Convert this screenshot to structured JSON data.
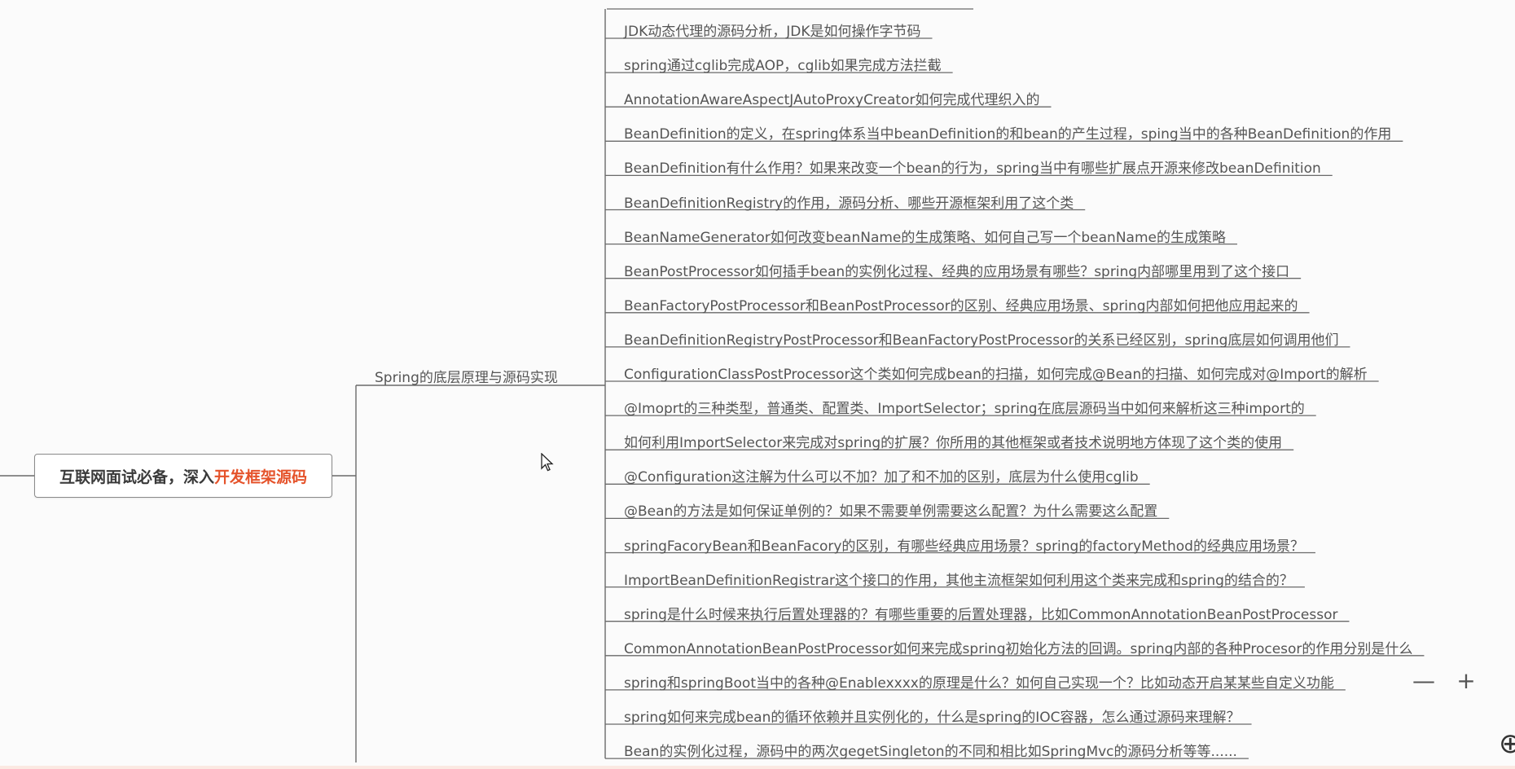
{
  "root": {
    "title_plain": "互联网面试必备，深入",
    "title_highlight": "开发框架源码",
    "highlight_color": "#e5532b"
  },
  "branch": {
    "label": "Spring的底层原理与源码实现"
  },
  "topics": [
    "JDK动态代理的源码分析，JDK是如何操作字节码",
    "spring通过cglib完成AOP，cglib如果完成方法拦截",
    "AnnotationAwareAspectJAutoProxyCreator如何完成代理织入的",
    "BeanDefinition的定义，在spring体系当中beanDefinition的和bean的产生过程，sping当中的各种BeanDefinition的作用",
    "BeanDefinition有什么作用？如果来改变一个bean的行为，spring当中有哪些扩展点开源来修改beanDefinition",
    "BeanDefinitionRegistry的作用，源码分析、哪些开源框架利用了这个类",
    "BeanNameGenerator如何改变beanName的生成策略、如何自己写一个beanName的生成策略",
    "BeanPostProcessor如何插手bean的实例化过程、经典的应用场景有哪些？spring内部哪里用到了这个接口",
    "BeanFactoryPostProcessor和BeanPostProcessor的区别、经典应用场景、spring内部如何把他应用起来的",
    "BeanDefinitionRegistryPostProcessor和BeanFactoryPostProcessor的关系已经区别，spring底层如何调用他们",
    "ConfigurationClassPostProcessor这个类如何完成bean的扫描，如何完成@Bean的扫描、如何完成对@Import的解析",
    "@Imoprt的三种类型，普通类、配置类、ImportSelector；spring在底层源码当中如何来解析这三种import的",
    "如何利用ImportSelector来完成对spring的扩展？你所用的其他框架或者技术说明地方体现了这个类的使用",
    "@Configuration这注解为什么可以不加？加了和不加的区别，底层为什么使用cglib",
    "@Bean的方法是如何保证单例的？如果不需要单例需要这么配置？为什么需要这么配置",
    "springFacoryBean和BeanFacory的区别，有哪些经典应用场景？spring的factoryMethod的经典应用场景？",
    "ImportBeanDefinitionRegistrar这个接口的作用，其他主流框架如何利用这个类来完成和spring的结合的？",
    "spring是什么时候来执行后置处理器的？有哪些重要的后置处理器，比如CommonAnnotationBeanPostProcessor",
    "CommonAnnotationBeanPostProcessor如何来完成spring初始化方法的回调。spring内部的各种Procesor的作用分别是什么",
    "spring和springBoot当中的各种@Enablexxxx的原理是什么？如何自己实现一个？比如动态开启某某些自定义功能",
    "spring如何来完成bean的循环依赖并且实例化的，什么是spring的IOC容器，怎么通过源码来理解？",
    "Bean的实例化过程，源码中的两次gegetSingleton的不同和相比如SpringMvc的源码分析等等......"
  ],
  "zoom": {
    "minus": "—",
    "plus": "+"
  }
}
